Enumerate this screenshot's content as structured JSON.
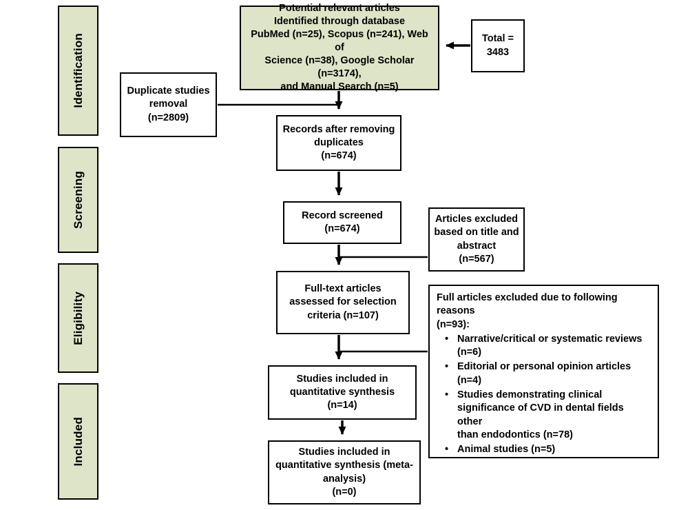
{
  "diagram": {
    "type": "prisma-flow-diagram",
    "phases": [
      {
        "name": "identification",
        "label": "Identification"
      },
      {
        "name": "screening",
        "label": "Screening"
      },
      {
        "name": "eligibility",
        "label": "Eligibility"
      },
      {
        "name": "included",
        "label": "Included"
      }
    ],
    "boxes": {
      "records_identified": "Potential relevant articles\nIdentified through database\nPubMed (n=25), Scopus (n=241), Web of\nScience (n=38), Google Scholar (n=3174),\nand Manual Search (n=5)",
      "total": "Total =\n3483",
      "duplicates_removed": "Duplicate studies\nremoval\n(n=2809)",
      "records_after_duplicates": "Records after removing\nduplicates\n(n=674)",
      "records_screened": "Record screened\n(n=674)",
      "articles_excluded": "Articles excluded\nbased on title and\nabstract\n(n=567)",
      "full_text_assessed": "Full-text articles\nassessed for selection\ncriteria (n=107)",
      "studies_quantitative": "Studies included in\nquantitative synthesis\n(n=14)",
      "studies_meta_analysis": "Studies included in\nquantitative synthesis (meta-\nanalysis)\n(n=0)"
    },
    "exclusions": {
      "heading": "Full articles excluded due to following reasons\n(n=93):",
      "items": [
        "Narrative/critical or systematic reviews\n(n=6)",
        "Editorial or personal opinion articles\n(n=4)",
        "Studies demonstrating clinical\nsignificance of CVD in dental fields other\nthan endodontics (n=78)",
        "Animal studies (n=5)"
      ]
    },
    "colors": {
      "phase_fill": "#dde4c8",
      "box_fill": "#ffffff",
      "stroke": "#000000"
    }
  }
}
